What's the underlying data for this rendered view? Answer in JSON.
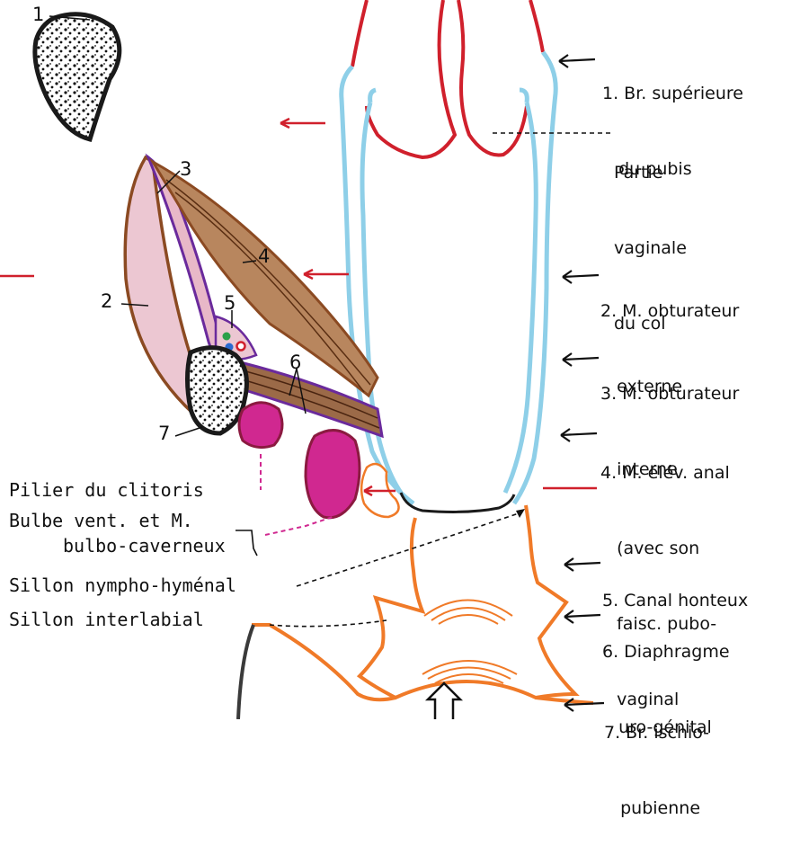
{
  "legend": [
    {
      "lines": [
        "1. Br. supérieure",
        "   du pubis"
      ]
    },
    {
      "lines": [
        "Partie",
        "vaginale",
        "du col"
      ]
    },
    {
      "lines": [
        "2. M. obturateur",
        "   externe"
      ]
    },
    {
      "lines": [
        "3. M. obturateur",
        "   interne"
      ]
    },
    {
      "lines": [
        "4. M. élév. anal",
        "   (avec son",
        "   faisc. pubo-",
        "   vaginal"
      ]
    },
    {
      "lines": [
        "5. Canal honteux"
      ]
    },
    {
      "lines": [
        "6. Diaphragme",
        "   uro-génital"
      ]
    },
    {
      "lines": [
        "7. Br. ischio-",
        "   pubienne"
      ]
    }
  ],
  "left_labels": [
    "Pilier du clitoris",
    "Bulbe vent. et M.",
    "bulbo-caverneux",
    "Sillon nympho-hyménal",
    "Sillon interlabial"
  ],
  "numbers": [
    "1",
    "2",
    "3",
    "4",
    "5",
    "6",
    "7"
  ],
  "colors": {
    "vagina": "#8ecfe8",
    "pubis_red": "#d0202c",
    "arrow_red": "#d0202c",
    "vulva_orange": "#f07a28",
    "muscle_brown": "#8b4a22",
    "obturator_pink": "#ecc7d2",
    "nerve_purple": "#6a2a9c",
    "bulb_magenta": "#d02890",
    "bone_outline": "#1a1a1a"
  }
}
